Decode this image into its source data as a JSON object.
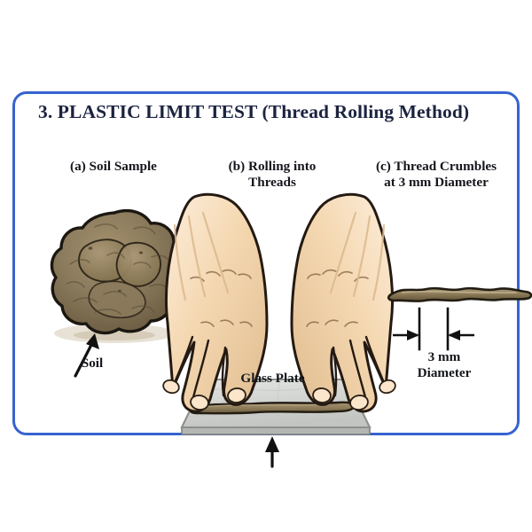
{
  "figure": {
    "title": "3. PLASTIC LIMIT TEST (Thread Rolling Method)",
    "border_color": "#3663cf",
    "title_color": "#1b2340",
    "background": "#ffffff"
  },
  "panels": [
    {
      "id": "a",
      "caption": "(a) Soil Sample"
    },
    {
      "id": "b",
      "caption": "(b) Rolling into\nThreads"
    },
    {
      "id": "c",
      "caption": "(c) Thread Crumbles\nat 3 mm Diameter"
    }
  ],
  "panel_captions": {
    "a": "(a) Soil Sample",
    "b_line1": "(b) Rolling into",
    "b_line2": "Threads",
    "c_line1": "(c) Thread Crumbles",
    "c_line2": "at 3 mm Diameter"
  },
  "annotations": {
    "soil": "Soil",
    "glass_plate": "Glass Plate",
    "diameter_value": "3 mm",
    "diameter_word": "Diameter"
  },
  "colors": {
    "soil_fill": "#8a7a5c",
    "soil_shadow": "#6e5f44",
    "soil_outline": "#1b1711",
    "skin_fill": "#f4d7b0",
    "skin_highlight": "#fbead3",
    "skin_outline": "#241a12",
    "glass_fill": "#d4d6d3",
    "glass_edge": "#9ea19c",
    "thread_fill": "#8c7b58",
    "thread_outline": "#221c12",
    "arrow_color": "#111111"
  }
}
